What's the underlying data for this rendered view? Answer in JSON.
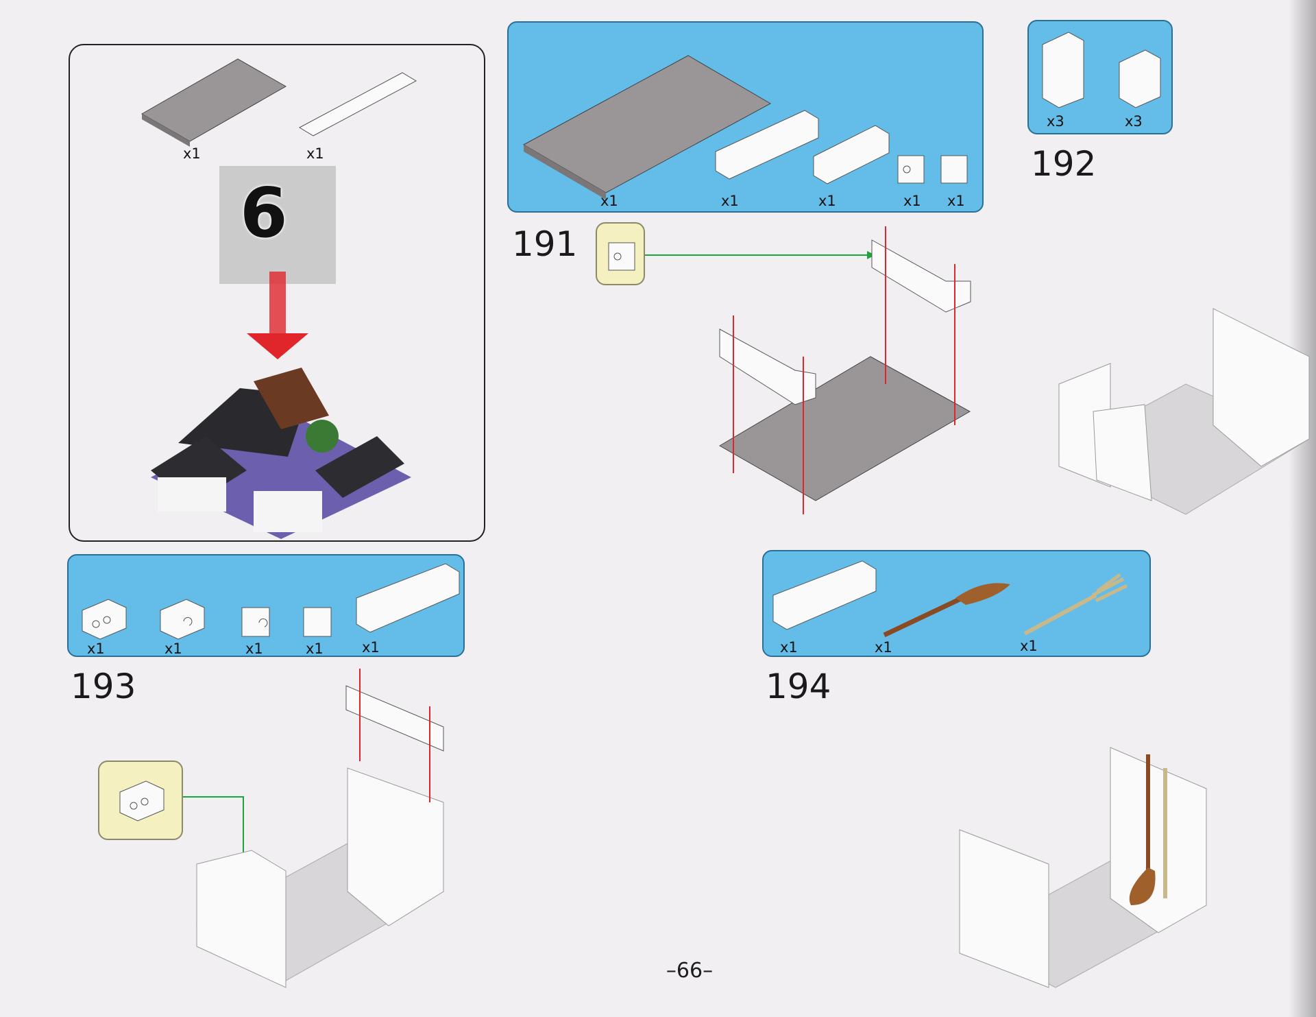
{
  "page_number": "–66–",
  "bag_intro": {
    "bag_number": "6",
    "parts": [
      {
        "name": "gray-plate-6x12",
        "qty": "x1"
      },
      {
        "name": "white-plate-2x10",
        "qty": "x1"
      }
    ]
  },
  "steps": [
    {
      "number": "191",
      "parts": [
        {
          "name": "gray-plate-6x12",
          "qty": "x1"
        },
        {
          "name": "white-brick-1x6",
          "qty": "x1"
        },
        {
          "name": "white-brick-1x4",
          "qty": "x1"
        },
        {
          "name": "white-brick-1x1-stud",
          "qty": "x1"
        },
        {
          "name": "white-brick-1x1",
          "qty": "x1"
        }
      ]
    },
    {
      "number": "192",
      "parts": [
        {
          "name": "white-brick-1x2x3",
          "qty": "x3"
        },
        {
          "name": "white-brick-1x2x2",
          "qty": "x3"
        }
      ]
    },
    {
      "number": "193",
      "parts": [
        {
          "name": "white-brick-1x2-studs",
          "qty": "x1"
        },
        {
          "name": "white-brick-1x2-clip",
          "qty": "x1"
        },
        {
          "name": "white-brick-1x1-clip",
          "qty": "x1"
        },
        {
          "name": "white-brick-1x1",
          "qty": "x1"
        },
        {
          "name": "white-brick-1x6",
          "qty": "x1"
        }
      ]
    },
    {
      "number": "194",
      "parts": [
        {
          "name": "white-brick-1x6",
          "qty": "x1"
        },
        {
          "name": "broom",
          "qty": "x1"
        },
        {
          "name": "pitchfork",
          "qty": "x1"
        }
      ]
    }
  ],
  "colors": {
    "panel": "#63bde8",
    "callout": "#f4f0c0",
    "arrow_red": "#e0262a",
    "arrow_green": "#1aa63a",
    "plate_gray": "#9a9698"
  }
}
